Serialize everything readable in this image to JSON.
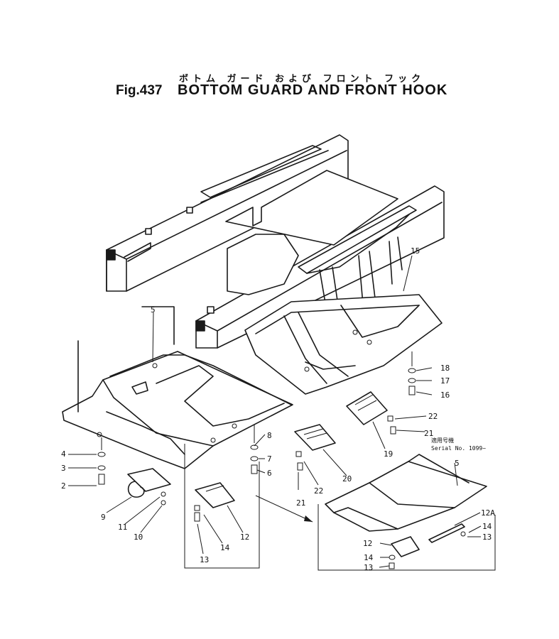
{
  "title": {
    "japanese": "ボトム ガード および フロント フック",
    "figure": "Fig.437",
    "english": "BOTTOM GUARD AND FRONT HOOK"
  },
  "serial_note": {
    "japanese": "適用号機",
    "text": "Serial No. 1099~"
  },
  "callouts": {
    "c5a": "5",
    "c15": "15",
    "c18": "18",
    "c17": "17",
    "c16": "16",
    "c22a": "22",
    "c21a": "21",
    "c19": "19",
    "c8": "8",
    "c7": "7",
    "c6": "6",
    "c20": "20",
    "c22b": "22",
    "c21b": "21",
    "c4": "4",
    "c3": "3",
    "c2": "2",
    "c9": "9",
    "c11": "11",
    "c10": "10",
    "c14a": "14",
    "c13a": "13",
    "c12a": "12",
    "c5b": "5",
    "c12A": "12A",
    "c14b": "14",
    "c13b": "13",
    "c12b": "12",
    "c14c": "14",
    "c13c": "13"
  }
}
